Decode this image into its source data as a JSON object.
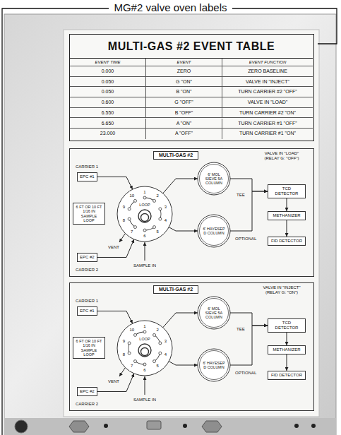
{
  "diagram": {
    "title": "MG#2 valve oven labels",
    "nodes": [
      {
        "text": [
          "MULTI-GAS #2 EVENT TABLE"
        ]
      },
      {
        "text": [
          "MULTI-GAS #2",
          "VALVE IN \"LOAD\" (RELAY G: \"OFF\")"
        ]
      },
      {
        "text": [
          "EPC #1"
        ],
        "in": 1
      },
      {
        "text": [
          "6 FT OR 10 FT 1/16 IN SAMPLE LOOP"
        ],
        "in": 1
      },
      {
        "text": [
          "EPC #2"
        ],
        "in": 1
      },
      {
        "text": [
          "LOOP"
        ],
        "in": 1
      },
      {
        "text": [
          "6' MOL SIEVE 5A COLUMN"
        ],
        "in": 1
      },
      {
        "text": [
          "6' HAYESEP D COLUMN"
        ],
        "in": 1
      },
      {
        "text": [
          "TCD DETECTOR"
        ],
        "in": 1
      },
      {
        "text": [
          "METHANIZER"
        ],
        "in": 1
      },
      {
        "text": [
          "FID DETECTOR"
        ],
        "in": 1
      },
      {
        "text": [
          "MULTI-GAS #2",
          "VALVE IN \"INJECT\" (RELAY G: \"ON\")"
        ]
      },
      {
        "text": [
          "EPC #1"
        ],
        "in": 11
      },
      {
        "text": [
          "6 FT OR 10 FT 1/16 IN SAMPLE LOOP"
        ],
        "in": 11
      },
      {
        "text": [
          "EPC #2"
        ],
        "in": 11
      },
      {
        "text": [
          "LOOP"
        ],
        "in": 11
      },
      {
        "text": [
          "6' MOL SIEVE 5A COLUMN"
        ],
        "in": 11
      },
      {
        "text": [
          "6' HAYESEP D COLUMN"
        ],
        "in": 11
      },
      {
        "text": [
          "TCD DETECTOR"
        ],
        "in": 11
      },
      {
        "text": [
          "METHANIZER"
        ],
        "in": 11
      },
      {
        "text": [
          "FID DETECTOR"
        ],
        "in": 11
      }
    ],
    "edges": [
      {
        "from": 2,
        "to": 5,
        "arrow": "to"
      },
      {
        "from": 4,
        "to": 5,
        "arrow": "to"
      },
      {
        "from": 5,
        "to": 6,
        "arrow": "to"
      },
      {
        "from": 5,
        "to": 7,
        "arrow": "to"
      },
      {
        "from": 6,
        "to": 8,
        "arrow": "to"
      },
      {
        "from": 7,
        "to": 8,
        "arrow": "to"
      },
      {
        "from": 8,
        "to": 9,
        "arrow": "to"
      },
      {
        "from": 9,
        "to": 10,
        "arrow": "to"
      },
      {
        "from": 12,
        "to": 15,
        "arrow": "to"
      },
      {
        "from": 14,
        "to": 15,
        "arrow": "to"
      },
      {
        "from": 15,
        "to": 16,
        "arrow": "to"
      },
      {
        "from": 15,
        "to": 17,
        "arrow": "to"
      },
      {
        "from": 16,
        "to": 18,
        "arrow": "to"
      },
      {
        "from": 17,
        "to": 18,
        "arrow": "to"
      },
      {
        "from": 18,
        "to": 19,
        "arrow": "to"
      },
      {
        "from": 19,
        "to": 20,
        "arrow": "to"
      }
    ],
    "labels": [
      "EVENT TIME",
      "EVENT",
      "EVENT FUNCTION",
      "0.000",
      "ZERO",
      "ZERO BASELINE",
      "0.050",
      "G \"ON\"",
      "VALVE IN \"INJECT\"",
      "0.050",
      "B \"ON\"",
      "TURN CARRIER #2 \"OFF\"",
      "0.600",
      "G \"OFF\"",
      "VALVE IN \"LOAD\"",
      "6.550",
      "B \"OFF\"",
      "TURN CARRIER #2 \"ON\"",
      "6.650",
      "A \"ON\"",
      "TURN CARRIER #1 \"OFF\"",
      "23.000",
      "A \"OFF\"",
      "TURN CARRIER #1 \"ON\"",
      "CARRIER 1",
      "CARRIER 2",
      "VENT",
      "SAMPLE IN",
      "TEE",
      "OPTIONAL",
      "1",
      "2",
      "3",
      "4",
      "5",
      "6",
      "7",
      "8",
      "9",
      "10",
      "CARRIER 1",
      "CARRIER 2",
      "VENT",
      "SAMPLE IN",
      "TEE",
      "OPTIONAL",
      "1",
      "2",
      "3",
      "4",
      "5",
      "6",
      "7",
      "8",
      "9",
      "10"
    ]
  }
}
